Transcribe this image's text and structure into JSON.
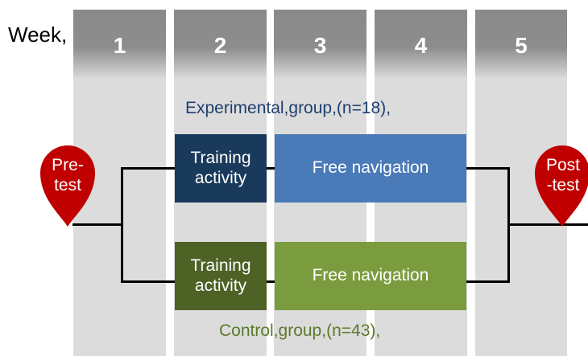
{
  "week_label": "Week,",
  "weeks": [
    "1",
    "2",
    "3",
    "4",
    "5"
  ],
  "experimental": {
    "label": "Experimental,group,(n=18),",
    "training": "Training activity",
    "free_nav": "Free navigation",
    "color_training": "#1a3a5c",
    "color_free": "#4a7ab8",
    "label_color": "#1f3f6e"
  },
  "control": {
    "label": "Control,group,(n=43),",
    "training": "Training activity",
    "free_nav": "Free navigation",
    "color_training": "#4e6226",
    "color_free": "#7b9c3e",
    "label_color": "#5b7a2a"
  },
  "pretest": "Pre-test",
  "posttest": "Post-test",
  "pin_color": "#c00000"
}
